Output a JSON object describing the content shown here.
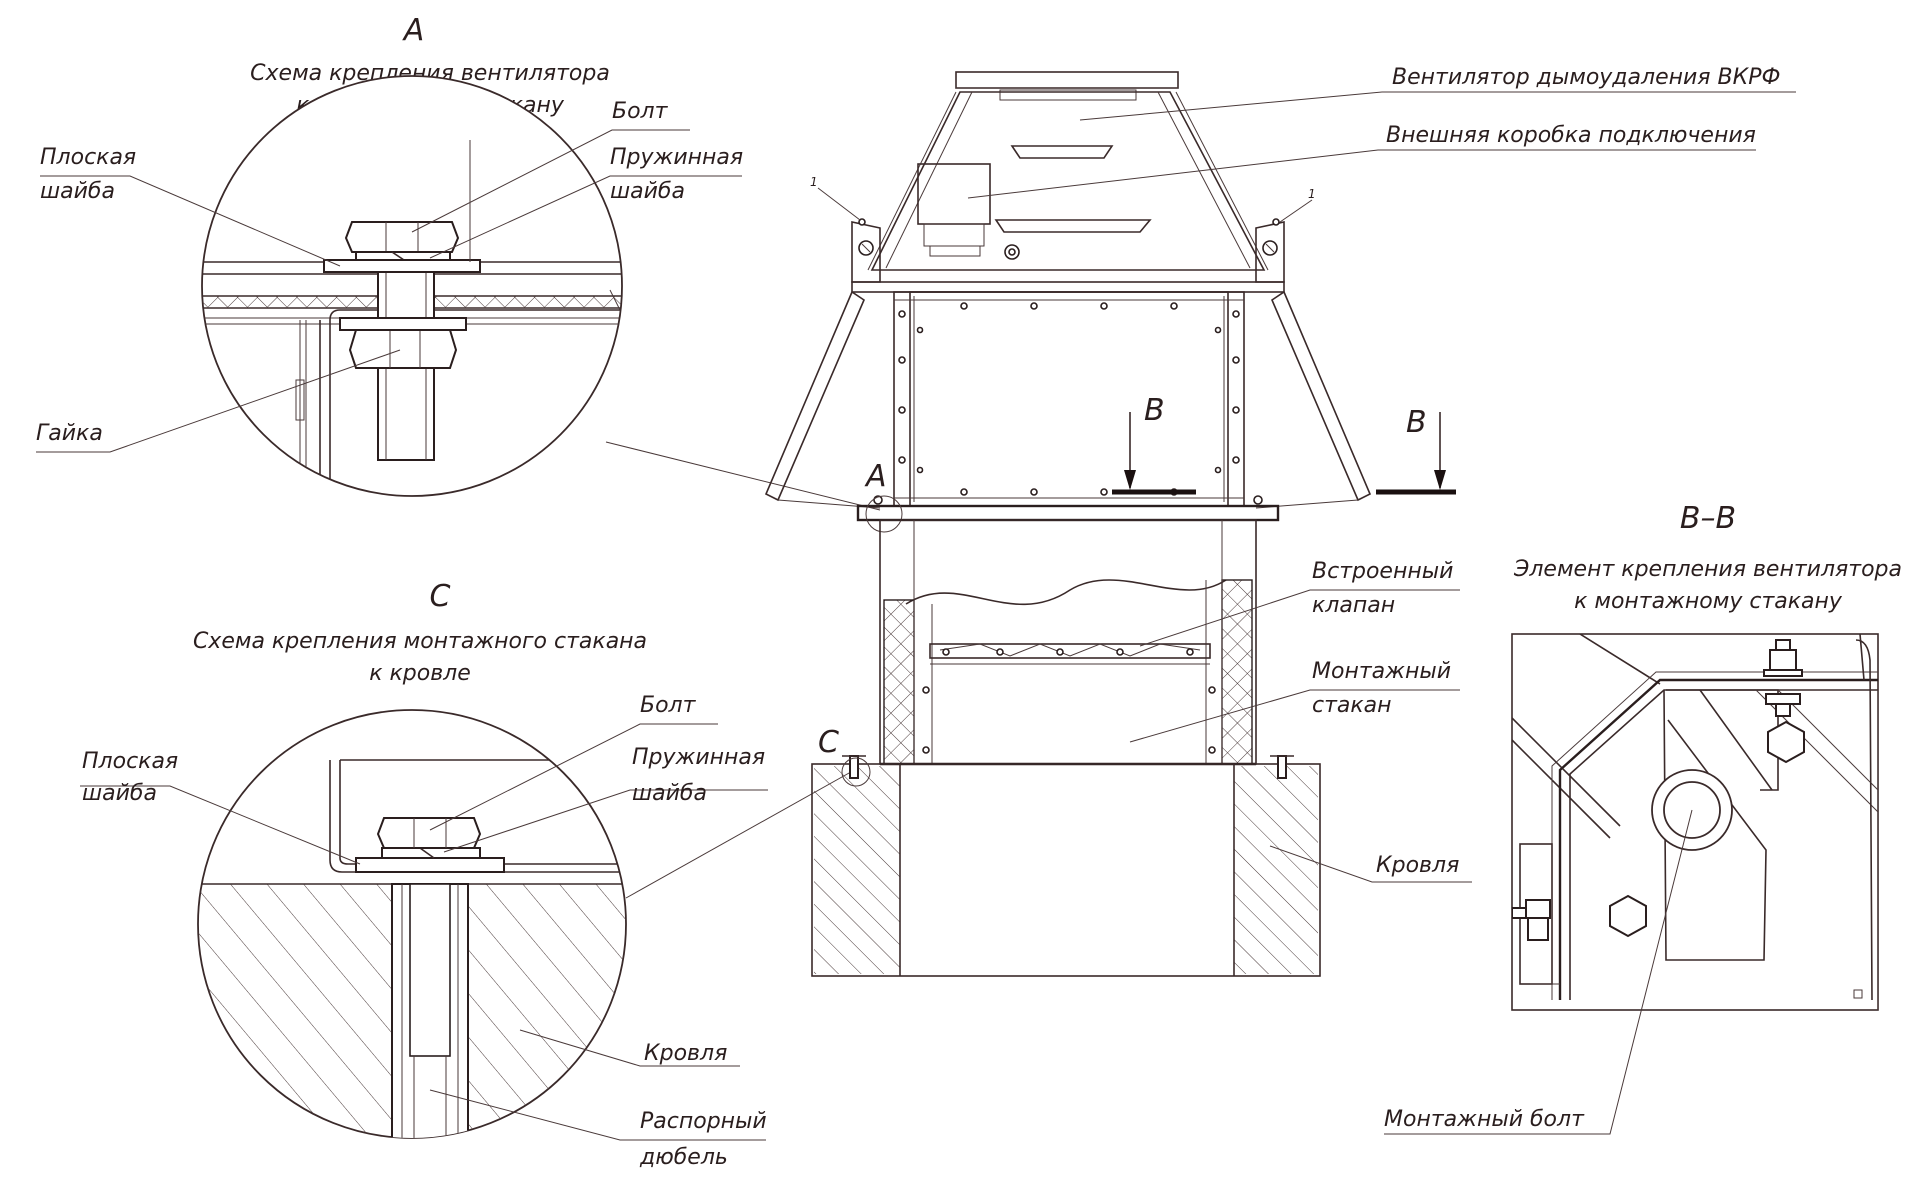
{
  "detail_a": {
    "letter": "A",
    "title_line1": "Схема крепления вентилятора",
    "title_line2": "к монтажному стакану",
    "labels": {
      "bolt": "Болт",
      "spring_washer_1": "Пружинная",
      "spring_washer_2": "шайба",
      "flat_washer_1": "Плоская",
      "flat_washer_2": "шайба",
      "nut": "Гайка"
    }
  },
  "detail_c": {
    "letter": "C",
    "title_line1": "Схема крепления монтажного стакана",
    "title_line2": "к кровле",
    "labels": {
      "bolt": "Болт",
      "spring_washer_1": "Пружинная",
      "spring_washer_2": "шайба",
      "flat_washer_1": "Плоская",
      "flat_washer_2": "шайба",
      "roof": "Кровля",
      "dowel_1": "Распорный",
      "dowel_2": "дюбель"
    }
  },
  "main_view": {
    "labels": {
      "fan": "Вентилятор дымоудаления ВКРФ",
      "junction_box": "Внешняя коробка подключения",
      "valve_1": "Встроенный",
      "valve_2": "клапан",
      "curb_1": "Монтажный",
      "curb_2": "стакан",
      "roof": "Кровля"
    },
    "markers": {
      "a": "A",
      "c": "C",
      "b_left": "B",
      "b_right": "B",
      "lift_left": "1",
      "lift_right": "1"
    }
  },
  "section_bb": {
    "letter": "B–B",
    "title_line1": "Элемент крепления вентилятора",
    "title_line2": "к монтажному стакану",
    "labels": {
      "mount_bolt": "Монтажный болт"
    }
  }
}
